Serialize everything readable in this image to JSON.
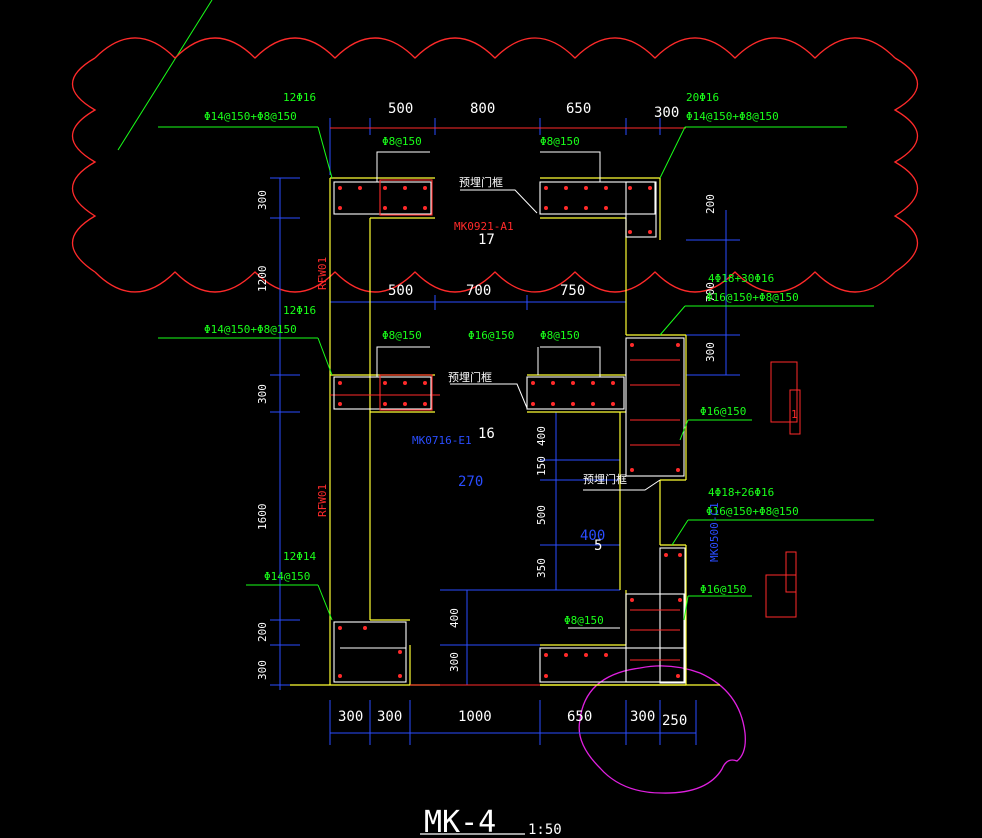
{
  "drawing": {
    "title": "MK-4",
    "scale": "1:50",
    "colors": {
      "background": "#000000",
      "dimension": "#2a4dff",
      "rebar": "#19ff19",
      "concrete": "#ffff33",
      "text": "#ffffff",
      "revision_cloud": "#ff2a2a",
      "cloud2": "#e020e0"
    }
  },
  "dims": {
    "top1": [
      "500",
      "800",
      "650",
      "300"
    ],
    "top2": [
      "500",
      "700",
      "750"
    ],
    "bottom": [
      "300",
      "300",
      "1000",
      "650",
      "300",
      "250"
    ],
    "left": [
      "300",
      "1200",
      "300",
      "1600",
      "200",
      "300"
    ],
    "right": [
      "200",
      "700",
      "300"
    ],
    "inner": [
      "400",
      "150",
      "500",
      "350",
      "400",
      "300"
    ]
  },
  "labels": {
    "a1": "12Φ16",
    "a2": "Φ14@150+Φ8@150",
    "a3": "Φ8@150",
    "a4": "Φ8@150",
    "a5": "20Φ16",
    "a6": "Φ14@150+Φ8@150",
    "a7": "预埋门框",
    "a8": "MK0921-A1",
    "a9": "17",
    "b1": "12Φ16",
    "b2": "Φ14@150+Φ8@150",
    "b3": "Φ8@150",
    "b4": "Φ16@150",
    "b5": "Φ8@150",
    "b6": "预埋门框",
    "b7": "4Φ18+30Φ16",
    "b8": "Φ16@150+Φ8@150",
    "b9": "Φ16@150",
    "c1": "MK0716-E1",
    "c2": "16",
    "c3": "270",
    "c4": "预埋门框",
    "c5": "4Φ18+26Φ16",
    "c6": "Φ16@150+Φ8@150",
    "c7": "MK0500-C1",
    "c8": "400",
    "c9": "5",
    "d1": "12Φ14",
    "d2": "Φ14@150",
    "d3": "Φ8@150",
    "d4": "Φ16@150",
    "e1": "RFW01",
    "e2": "RFW01",
    "e3": "1"
  }
}
